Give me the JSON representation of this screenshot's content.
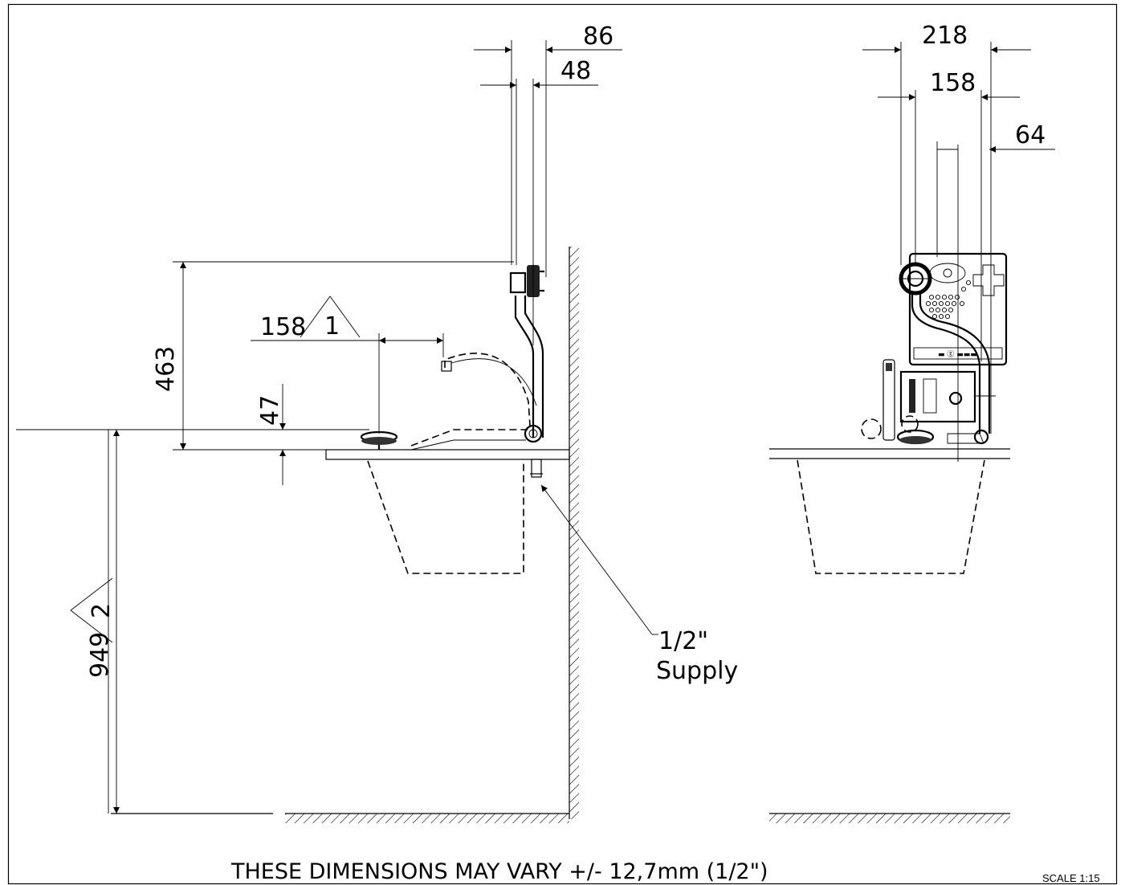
{
  "dimensions": {
    "side_86": "86",
    "side_48": "48",
    "side_463": "463",
    "side_158": "158",
    "side_158_tag": "1",
    "side_47": "47",
    "side_949": "949",
    "side_949_tag": "2",
    "front_218": "218",
    "front_158": "158",
    "front_64": "64"
  },
  "labels": {
    "supply_size": "1/2\"",
    "supply_word": "Supply"
  },
  "footer": {
    "note": "THESE DIMENSIONS MAY VARY +/- 12,7mm (1/2\")",
    "scale": "SCALE 1:15"
  }
}
